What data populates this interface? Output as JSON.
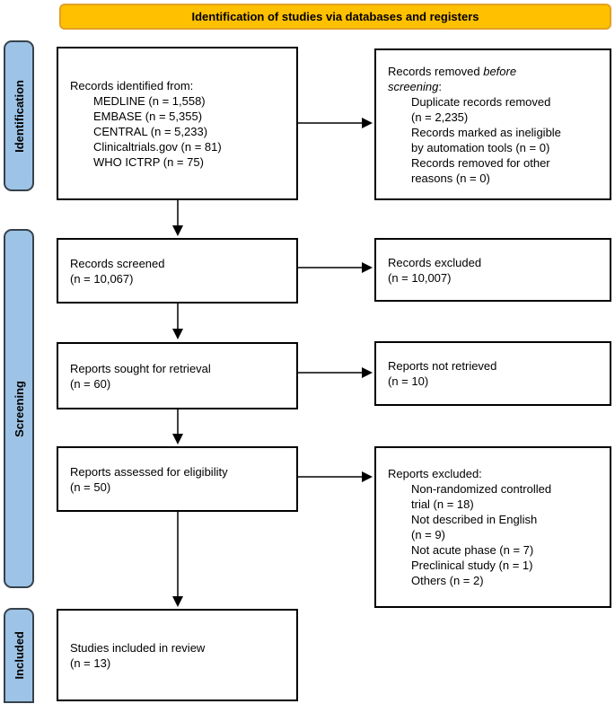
{
  "banner": {
    "label": "Identification of studies via databases and registers"
  },
  "stages": [
    {
      "label": "Identification"
    },
    {
      "label": "Screening"
    },
    {
      "label": "Included"
    }
  ],
  "boxes": {
    "identified": {
      "intro": "Records identified from:",
      "items": [
        "MEDLINE (n = 1,558)",
        "EMBASE (n = 5,355)",
        "CENTRAL (n = 5,233)",
        "Clinicaltrials.gov (n = 81)",
        "WHO ICTRP (n = 75)"
      ]
    },
    "removed": {
      "intro_line1_plain": "Records removed ",
      "intro_line1_italic": "before",
      "intro_line2_italic": "screening",
      "intro_line2_plain": ":",
      "items": [
        [
          "Duplicate records removed",
          "(n = 2,235)"
        ],
        [
          "Records marked as ineligible",
          "by automation tools (n = 0)"
        ],
        [
          "Records removed for other",
          "reasons (n = 0)"
        ]
      ]
    },
    "screened": {
      "line1": "Records screened",
      "line2": "(n = 10,067)"
    },
    "records_excluded": {
      "line1": "Records excluded",
      "line2": "(n = 10,007)"
    },
    "sought": {
      "line1": "Reports sought for retrieval",
      "line2": "(n = 60)"
    },
    "not_retrieved": {
      "line1": "Reports not retrieved",
      "line2": "(n = 10)"
    },
    "assessed": {
      "line1": "Reports assessed for eligibility",
      "line2": "(n = 50)"
    },
    "reports_excluded": {
      "intro": "Reports excluded:",
      "items": [
        [
          "Non-randomized controlled",
          "trial (n = 18)"
        ],
        [
          "Not described in English",
          "(n = 9)"
        ],
        [
          "Not acute phase (n = 7)"
        ],
        [
          "Preclinical study (n = 1)"
        ],
        [
          "Others (n = 2)"
        ]
      ]
    },
    "included": {
      "line1": "Studies included in review",
      "line2": "(n = 13)"
    }
  },
  "colors": {
    "banner_fill": "#FFC000",
    "banner_border": "#E3A023",
    "stage_fill": "#9DC3E6",
    "stage_border": "#37424C",
    "box_border": "#000000",
    "arrow": "#000000"
  }
}
